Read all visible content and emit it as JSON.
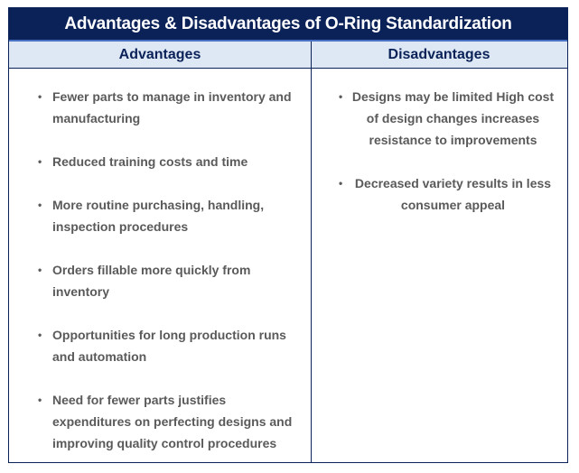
{
  "table": {
    "title": "Advantages & Disadvantages of O-Ring Standardization",
    "columns": {
      "advantages": "Advantages",
      "disadvantages": "Disadvantages"
    },
    "bullet": "•",
    "advantages": [
      "Fewer parts to manage in inventory and manufacturing",
      "Reduced training costs and time",
      "More routine purchasing, handling, inspection procedures",
      "Orders fillable more quickly from inventory",
      "Opportunities for long production runs and automation",
      "Need for fewer parts justifies expenditures on perfecting designs and improving quality control procedures"
    ],
    "disadvantages": [
      "Designs may be limited High cost of design changes increases resistance to improvements",
      "Decreased variety results in less consumer appeal"
    ]
  },
  "colors": {
    "title_bg": "#0b2259",
    "header_bg": "#dde8f4",
    "header_text": "#0b2259",
    "body_text": "#5a5a5a"
  }
}
